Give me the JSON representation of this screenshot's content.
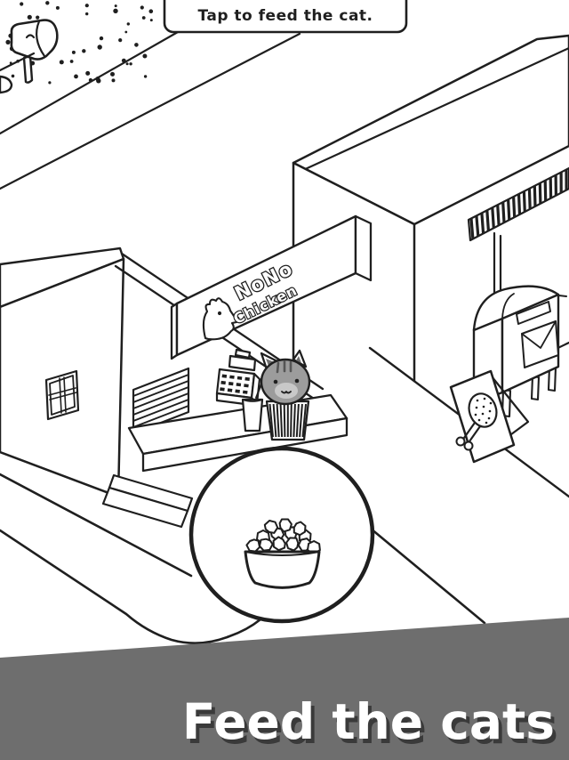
{
  "tooltip": {
    "text": "Tap to feed the cat."
  },
  "shop_sign": {
    "line1": "NoNo",
    "line2": "Chicken"
  },
  "banner": {
    "title": "Feed the cats"
  },
  "colors": {
    "ink": "#1f1f1f",
    "background": "#ffffff",
    "banner_gray": "#6e6e6e",
    "banner_text": "#ffffff",
    "banner_text_shadow": "#3a3a3a",
    "cat_gray": "#9c9c9c",
    "cat_muzzle": "#c8c8c8",
    "cat_inner_ear": "#6f6f6f",
    "cat_stripe": "#555555"
  }
}
